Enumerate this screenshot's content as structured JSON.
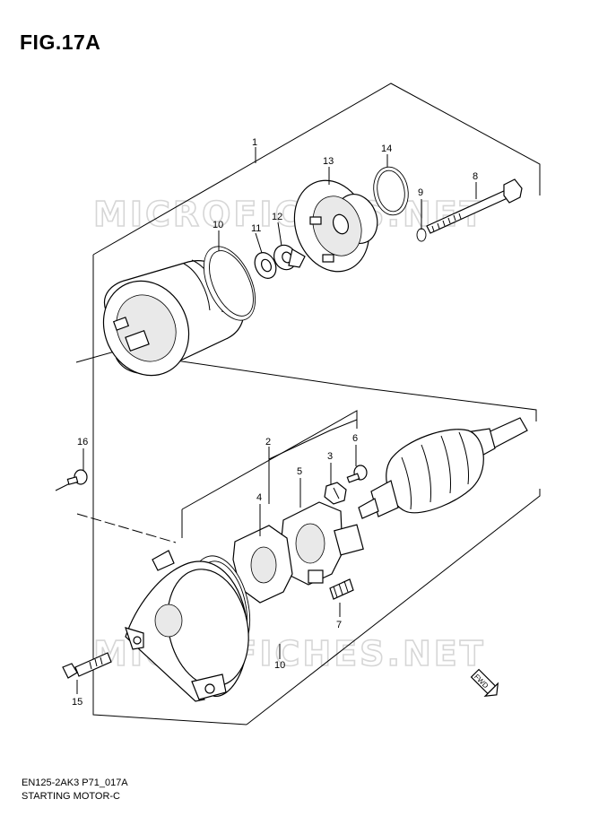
{
  "figure": {
    "title": "FIG.17A",
    "code": "EN125-2AK3 P71_017A",
    "subtitle": "STARTING MOTOR-C"
  },
  "watermark": {
    "text": "MICROFICHES.NET"
  },
  "direction_badge": {
    "text": "FWD"
  },
  "parts": [
    {
      "id": "p1",
      "number": "1"
    },
    {
      "id": "p2",
      "number": "2"
    },
    {
      "id": "p3",
      "number": "3"
    },
    {
      "id": "p4",
      "number": "4"
    },
    {
      "id": "p5",
      "number": "5"
    },
    {
      "id": "p6",
      "number": "6"
    },
    {
      "id": "p7",
      "number": "7"
    },
    {
      "id": "p8",
      "number": "8"
    },
    {
      "id": "p9",
      "number": "9"
    },
    {
      "id": "p10a",
      "number": "10"
    },
    {
      "id": "p10b",
      "number": "10"
    },
    {
      "id": "p11",
      "number": "11"
    },
    {
      "id": "p12",
      "number": "12"
    },
    {
      "id": "p13",
      "number": "13"
    },
    {
      "id": "p14",
      "number": "14"
    },
    {
      "id": "p15",
      "number": "15"
    },
    {
      "id": "p16",
      "number": "16"
    }
  ]
}
